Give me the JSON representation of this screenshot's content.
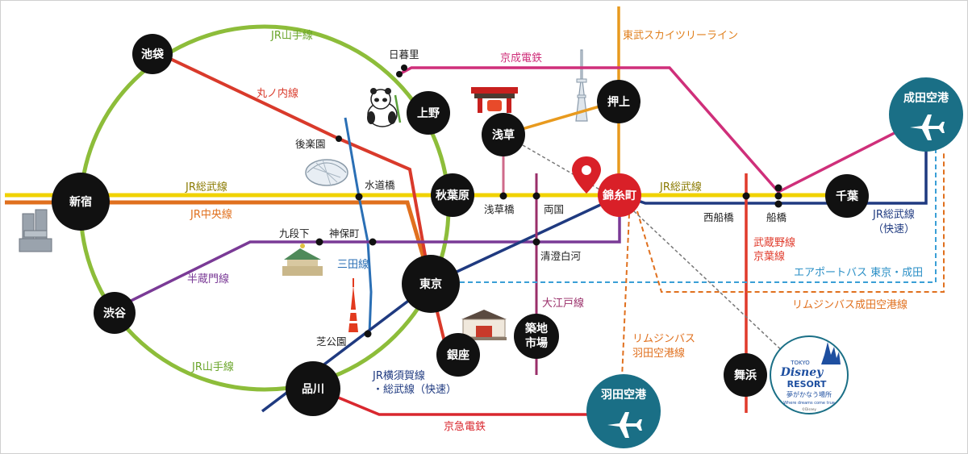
{
  "colors": {
    "yamanote": "#8dbd3a",
    "sobu": "#f0d200",
    "chuo": "#e0701e",
    "marunouchi": "#d93a2b",
    "mita": "#2a6fb5",
    "hanzomon": "#7a3a96",
    "yokosuka": "#1f3a80",
    "oedo": "#9a2f6a",
    "keisei": "#cf2f7a",
    "skytree": "#e89a1e",
    "keikyu": "#d9272e",
    "musashino": "#e03a2b",
    "airport_bus": "#3a9fd6",
    "limousine": "#e0701e",
    "dash_gray": "#777777",
    "station_black": "#111111",
    "airport_teal": "#1a6f86",
    "kinshicho_red": "#d92028"
  },
  "stations_big": {
    "shinjuku": "新宿",
    "ikebukuro": "池袋",
    "ueno": "上野",
    "akihabara": "秋葉原",
    "tokyo": "東京",
    "shibuya": "渋谷",
    "shinagawa": "品川",
    "ginza": "銀座",
    "tsukiji_1": "築地",
    "tsukiji_2": "市場",
    "asakusa": "浅草",
    "oshiage": "押上",
    "kinshicho": "錦糸町",
    "chiba": "千葉",
    "maihama": "舞浜",
    "narita": "成田空港",
    "haneda": "羽田空港"
  },
  "stations_small": {
    "nippori": "日暮里",
    "korakuen": "後楽園",
    "suidobashi": "水道橋",
    "kudanshita": "九段下",
    "jimbocho": "神保町",
    "shibakoen": "芝公園",
    "asakusabashi": "浅草橋",
    "ryogoku": "両国",
    "kiyosumi": "清澄白河",
    "nishifunabashi": "西船橋",
    "funabashi": "船橋"
  },
  "lines": {
    "yamanote_top": "JR山手線",
    "yamanote_bottom": "JR山手線",
    "marunouchi": "丸ノ内線",
    "sobu_left": "JR総武線",
    "sobu_right": "JR総武線",
    "chuo": "JR中央線",
    "hanzomon": "半蔵門線",
    "mita": "三田線",
    "oedo": "大江戸線",
    "keisei": "京成電鉄",
    "skytree": "東武スカイツリーライン",
    "sobu_rapid_1": "JR総武線",
    "sobu_rapid_2": "（快速）",
    "musashino_1": "武蔵野線",
    "musashino_2": "京葉線",
    "airport_bus": "エアポートバス 東京・成田",
    "limousine_narita": "リムジンバス成田空港線",
    "limousine_haneda_1": "リムジンバス",
    "limousine_haneda_2": "羽田空港線",
    "yokosuka_1": "JR横須賀線",
    "yokosuka_2": "・総武線（快速）",
    "keikyu": "京急電鉄"
  },
  "resort": {
    "small": "TOKYO",
    "brand": "Disney",
    "resort": "RESORT",
    "tagline": "夢がかなう場所",
    "sub": "Where dreams come true",
    "copy": "©Disney"
  },
  "icons": [
    "location-pin-icon",
    "airplane-icon",
    "panda-icon",
    "tokyo-dome-icon",
    "skytree-icon",
    "tokyo-tower-icon",
    "kaminarimon-icon",
    "budokan-icon",
    "kabukiza-icon",
    "tocho-icon"
  ]
}
